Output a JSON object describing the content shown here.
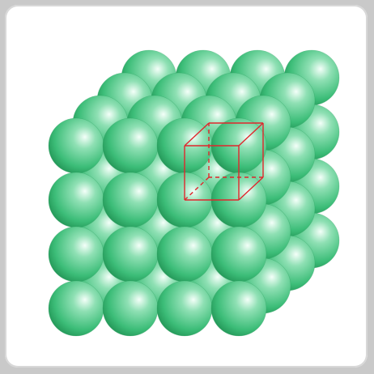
{
  "diagram": {
    "type": "simple-cubic-lattice",
    "grid": {
      "columns": 4,
      "rows": 4,
      "layers": 4
    },
    "colors": {
      "sphere_highlight": "#f4fff9",
      "sphere_mid": "#8fe0b4",
      "sphere_base": "#3cbd78",
      "sphere_shadow": "#1e8e50",
      "unit_cell_edge": "#e0262c",
      "panel_background": "#ffffff",
      "page_background": "#c9c9c9"
    },
    "highlighted_unit_cell": {
      "column": 2,
      "row": 0,
      "front_layer": 0,
      "back_layer": 1
    }
  }
}
